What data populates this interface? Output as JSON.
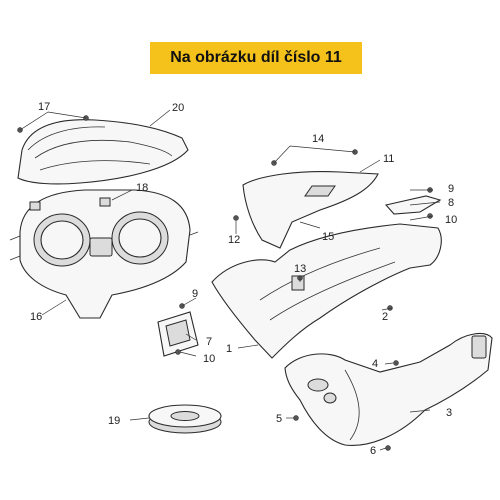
{
  "banner": {
    "text": "Na obrázku díl číslo 11"
  },
  "callouts": {
    "c1": "1",
    "c2": "2",
    "c3": "3",
    "c4": "4",
    "c5": "5",
    "c6": "6",
    "c7": "7",
    "c8": "8",
    "c9a": "9",
    "c9b": "9",
    "c10a": "10",
    "c10b": "10",
    "c11": "11",
    "c12": "12",
    "c13": "13",
    "c14": "14",
    "c15": "15",
    "c16": "16",
    "c17": "17",
    "c18": "18",
    "c19": "19",
    "c20": "20"
  }
}
